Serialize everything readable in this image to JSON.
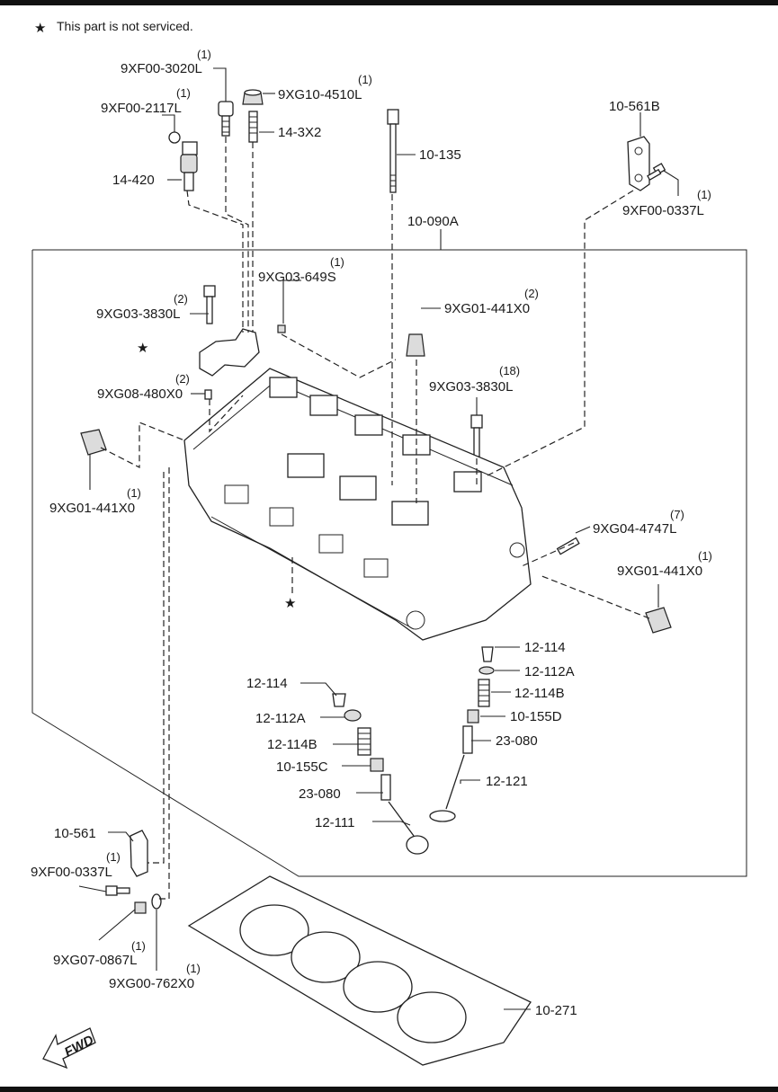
{
  "note": {
    "star": "★",
    "text": "This part is not serviced."
  },
  "labels": [
    {
      "id": "9XF00-3020L",
      "qty": "(1)"
    },
    {
      "id": "9XG10-4510L",
      "qty": "(1)"
    },
    {
      "id": "9XF00-2117L",
      "qty": "(1)"
    },
    {
      "id": "14-3X2",
      "qty": ""
    },
    {
      "id": "10-135",
      "qty": ""
    },
    {
      "id": "10-561B",
      "qty": ""
    },
    {
      "id": "14-420",
      "qty": ""
    },
    {
      "id": "9XF00-0337L",
      "qty": "(1)"
    },
    {
      "id": "10-090A",
      "qty": ""
    },
    {
      "id": "9XG03-649S",
      "qty": "(1)"
    },
    {
      "id": "9XG01-441X0",
      "qty": "(2)"
    },
    {
      "id": "9XG03-3830L",
      "qty": "(2)"
    },
    {
      "id": "9XG03-3830L",
      "qty": "(18)"
    },
    {
      "id": "9XG08-480X0",
      "qty": "(2)"
    },
    {
      "id": "9XG01-441X0",
      "qty": "(1)"
    },
    {
      "id": "9XG04-4747L",
      "qty": "(7)"
    },
    {
      "id": "9XG01-441X0",
      "qty": "(1)"
    },
    {
      "id": "12-114",
      "qty": ""
    },
    {
      "id": "12-112A",
      "qty": ""
    },
    {
      "id": "12-114",
      "qty": ""
    },
    {
      "id": "12-114B",
      "qty": ""
    },
    {
      "id": "12-112A",
      "qty": ""
    },
    {
      "id": "10-155D",
      "qty": ""
    },
    {
      "id": "12-114B",
      "qty": ""
    },
    {
      "id": "23-080",
      "qty": ""
    },
    {
      "id": "10-155C",
      "qty": ""
    },
    {
      "id": "12-121",
      "qty": ""
    },
    {
      "id": "23-080",
      "qty": ""
    },
    {
      "id": "12-111",
      "qty": ""
    },
    {
      "id": "10-561",
      "qty": ""
    },
    {
      "id": "9XF00-0337L",
      "qty": "(1)"
    },
    {
      "id": "9XG07-0867L",
      "qty": "(1)"
    },
    {
      "id": "9XG00-762X0",
      "qty": "(1)"
    },
    {
      "id": "10-271",
      "qty": ""
    }
  ],
  "fwd": "FWD"
}
